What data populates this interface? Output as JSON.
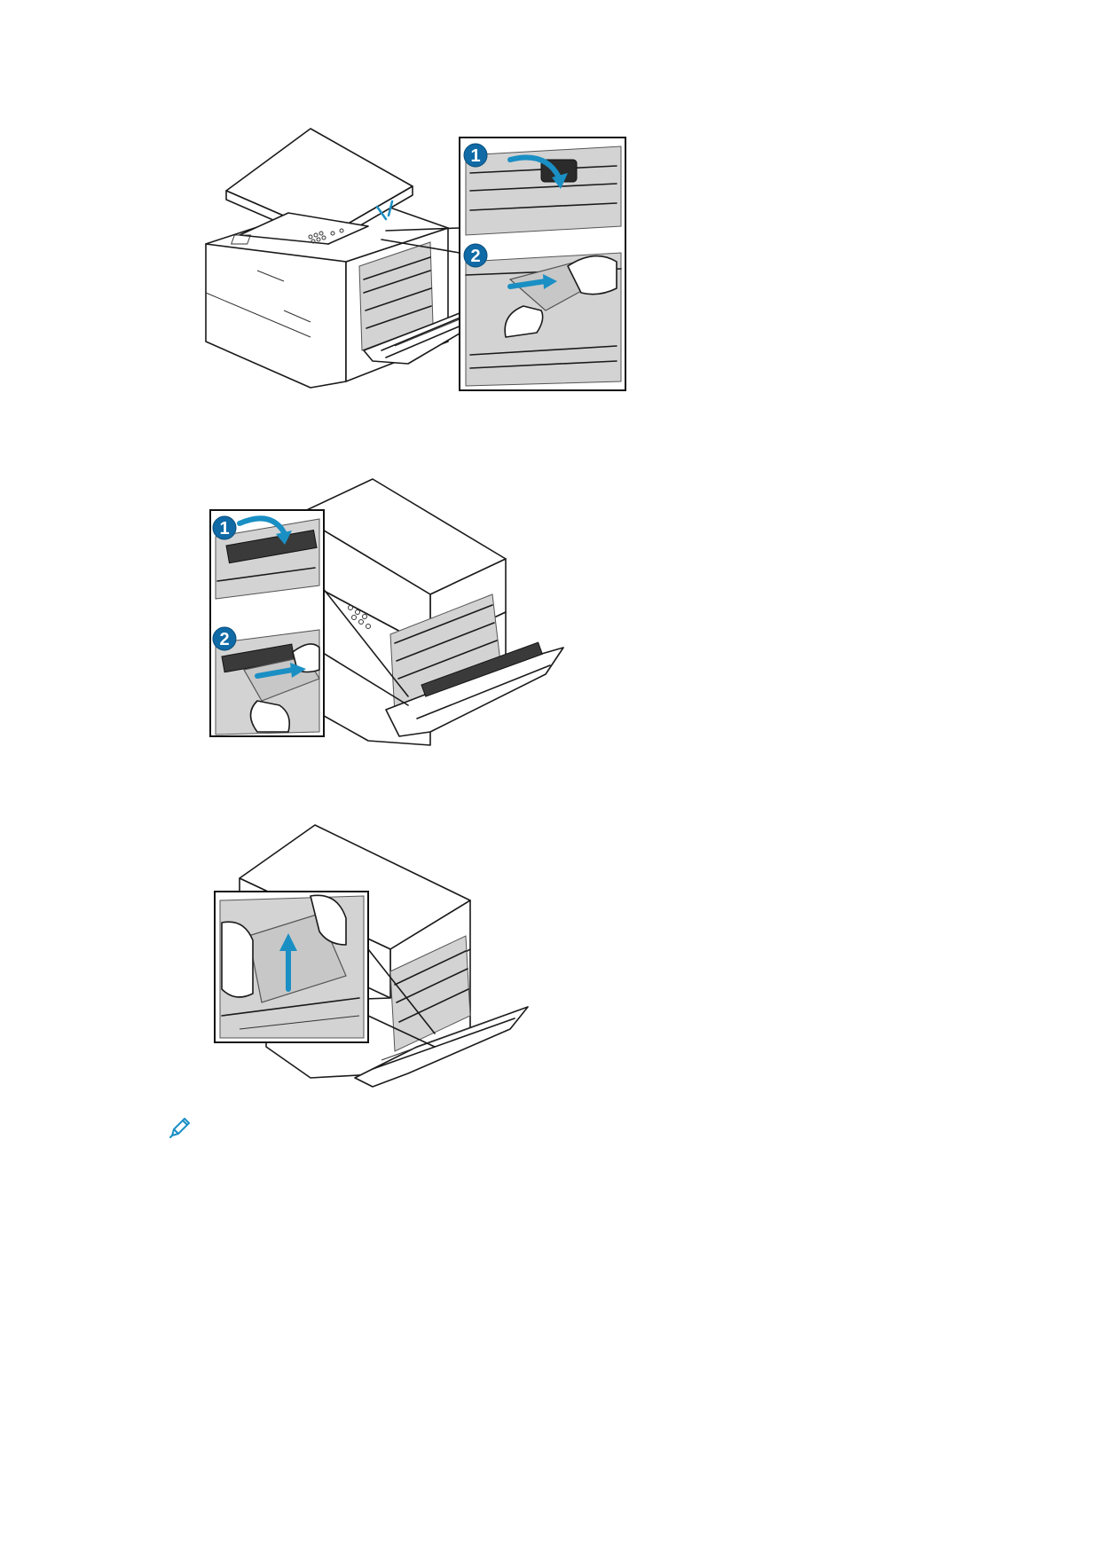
{
  "figures": [
    {
      "steps": [
        "1",
        "2"
      ]
    },
    {
      "steps": [
        "1",
        "2"
      ]
    },
    {
      "steps": []
    }
  ],
  "note": {
    "icon": "pencil-icon",
    "color": "#1a8fc4"
  },
  "colors": {
    "accent_arrow": "#1a8fc4",
    "step_badge": "#0f6aa6"
  }
}
